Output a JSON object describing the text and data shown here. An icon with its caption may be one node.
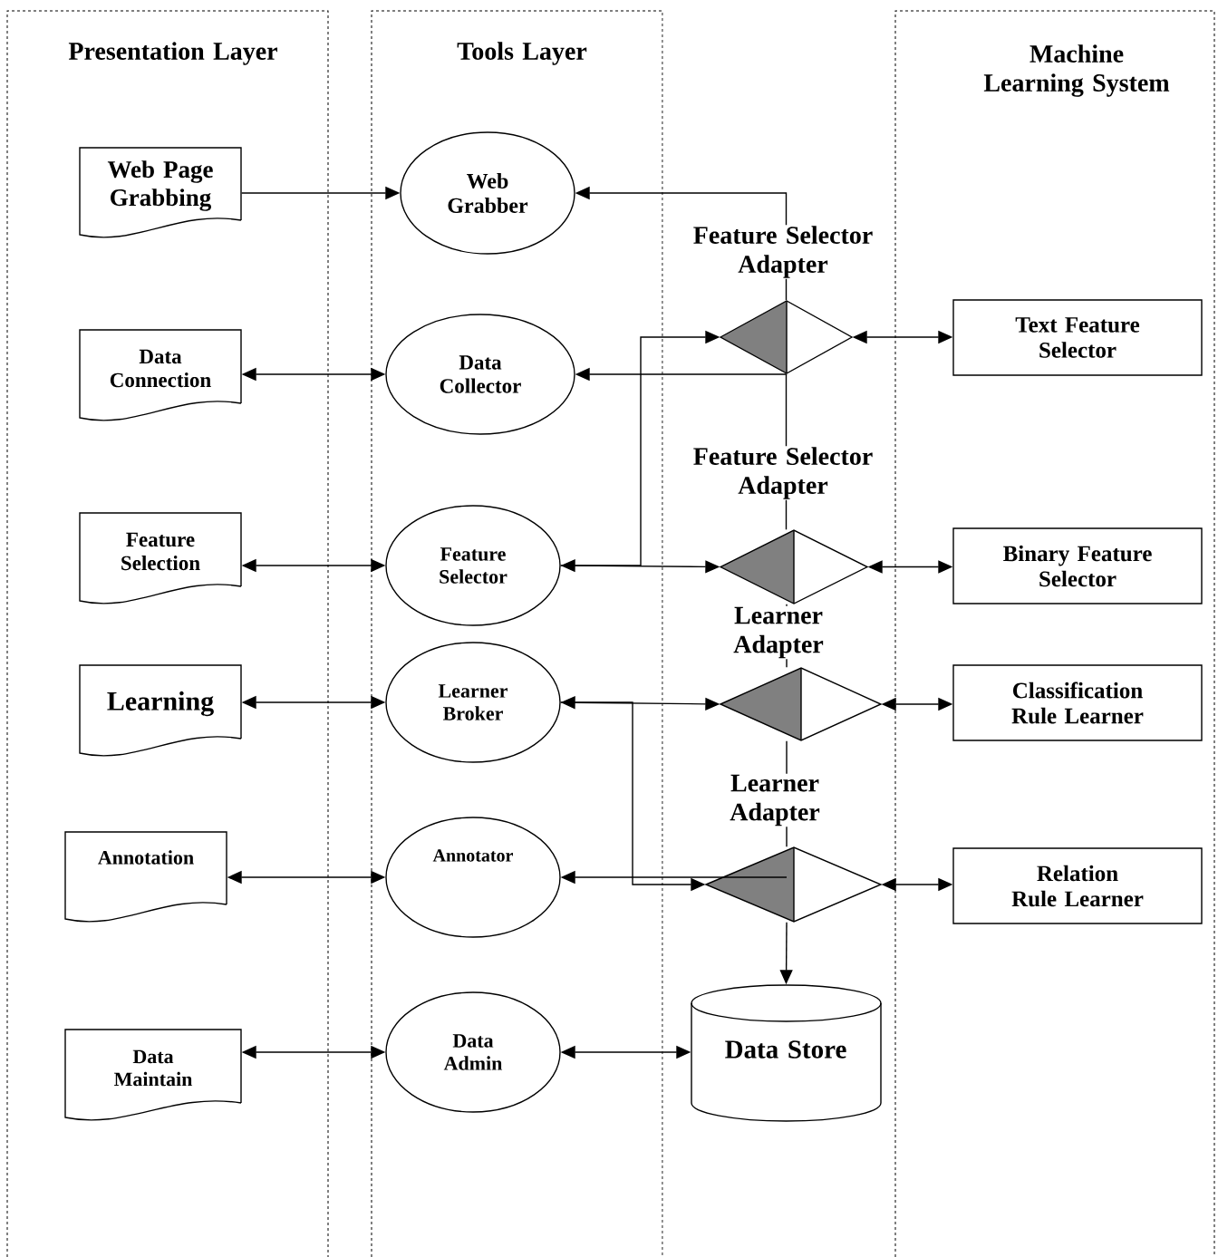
{
  "diagram": {
    "nodes": [
      {
        "text": [
          "Presentation Layer"
        ]
      },
      {
        "text": [
          "Tools Layer"
        ]
      },
      {
        "text": [
          "Machine Learning System"
        ]
      },
      {
        "text": [
          "Web Page Grabbing"
        ],
        "in": 0
      },
      {
        "text": [
          "Data Connection"
        ],
        "in": 0
      },
      {
        "text": [
          "Feature Selection"
        ],
        "in": 0
      },
      {
        "text": [
          "Learning"
        ],
        "in": 0
      },
      {
        "text": [
          "Annotation"
        ],
        "in": 0
      },
      {
        "text": [
          "Data Maintain"
        ],
        "in": 0
      },
      {
        "text": [
          "Web Grabber"
        ],
        "in": 1
      },
      {
        "text": [
          "Data Collector"
        ],
        "in": 1
      },
      {
        "text": [
          "Feature Selector"
        ],
        "in": 1
      },
      {
        "text": [
          "Learner Broker"
        ],
        "in": 1
      },
      {
        "text": [
          "Annotator"
        ],
        "in": 1
      },
      {
        "text": [
          "Data Admin"
        ],
        "in": 1
      },
      {
        "text": [],
        "shape": "diamond",
        "beside": [
          "Feature Selector Adapter"
        ]
      },
      {
        "text": [],
        "shape": "diamond",
        "beside": [
          "Feature Selector Adapter"
        ]
      },
      {
        "text": [],
        "shape": "diamond",
        "beside": [
          "Learner Adapter"
        ]
      },
      {
        "text": [],
        "shape": "diamond",
        "beside": [
          "Learner Adapter"
        ]
      },
      {
        "text": [
          "Text Feature Selector"
        ],
        "in": 2
      },
      {
        "text": [
          "Binary Feature Selector"
        ],
        "in": 2
      },
      {
        "text": [
          "Classification Rule Learner"
        ],
        "in": 2
      },
      {
        "text": [
          "Relation Rule Learner"
        ],
        "in": 2
      },
      {
        "text": [
          "Data Store"
        ]
      }
    ],
    "edges": [
      {
        "from": 3,
        "to": 9,
        "arrow": "to"
      },
      {
        "from": 4,
        "to": 10,
        "arrow": "both"
      },
      {
        "from": 5,
        "to": 11,
        "arrow": "both"
      },
      {
        "from": 6,
        "to": 12,
        "arrow": "both"
      },
      {
        "from": 7,
        "to": 13,
        "arrow": "both"
      },
      {
        "from": 8,
        "to": 14,
        "arrow": "both"
      },
      {
        "from": 14,
        "to": 23,
        "arrow": "both"
      },
      {
        "from": 15,
        "to": 19,
        "arrow": "both"
      },
      {
        "from": 16,
        "to": 20,
        "arrow": "both"
      },
      {
        "from": 17,
        "to": 21,
        "arrow": "both"
      },
      {
        "from": 18,
        "to": 22,
        "arrow": "both"
      },
      {
        "from": 15,
        "to": 9,
        "arrow": "to"
      },
      {
        "from": 15,
        "to": 10,
        "arrow": "to"
      },
      {
        "from": 11,
        "to": 16,
        "arrow": "both"
      },
      {
        "from": 11,
        "to": 15,
        "arrow": "to"
      },
      {
        "from": 12,
        "to": 17,
        "arrow": "both"
      },
      {
        "from": 12,
        "to": 18,
        "arrow": "to"
      },
      {
        "from": 18,
        "to": 13,
        "arrow": "to"
      },
      {
        "from": 15,
        "to": 16,
        "arrow": "none"
      },
      {
        "from": 16,
        "to": 17,
        "arrow": "none"
      },
      {
        "from": 17,
        "to": 18,
        "arrow": "none"
      },
      {
        "from": 18,
        "to": 23,
        "arrow": "to"
      }
    ]
  }
}
